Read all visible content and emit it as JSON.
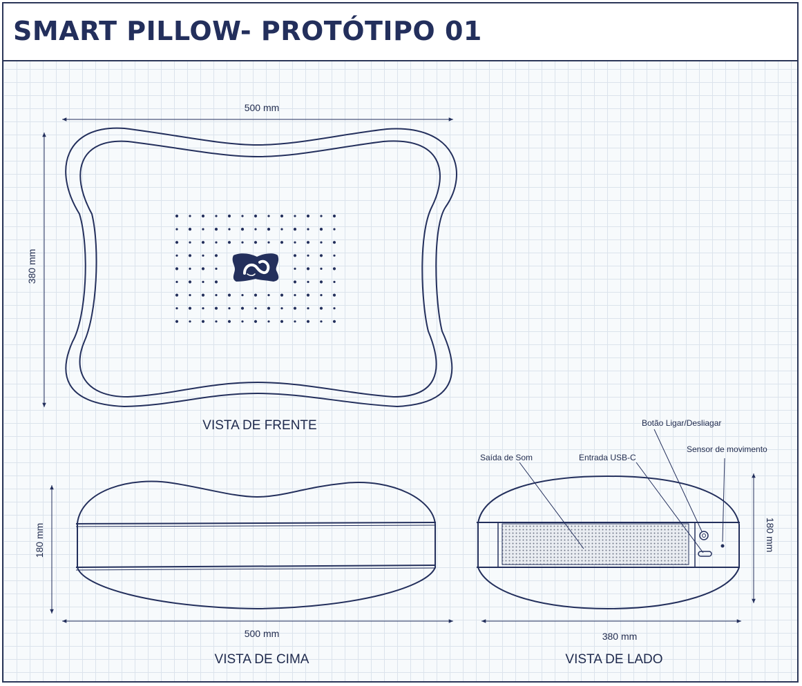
{
  "title": "SMART PILLOW- PROTÓTIPO 01",
  "colors": {
    "ink": "#232f5c",
    "grid": "#dbe3ec",
    "paper": "#f7fafc"
  },
  "views": {
    "front": {
      "name": "VISTA DE FRENTE",
      "width_label": "500 mm",
      "height_label": "380 mm",
      "logo_icon": "sleeping-face-pillow-logo"
    },
    "top": {
      "name": "VISTA DE CIMA",
      "width_label": "500 mm",
      "height_label": "180 mm"
    },
    "side": {
      "name": "VISTA DE LADO",
      "width_label": "380 mm",
      "height_label": "180 mm",
      "callouts": {
        "speaker": "Saída de Som",
        "usb": "Entrada USB-C",
        "power": "Botão Ligar/Desliagar",
        "sensor": "Sensor de movimento"
      }
    }
  }
}
